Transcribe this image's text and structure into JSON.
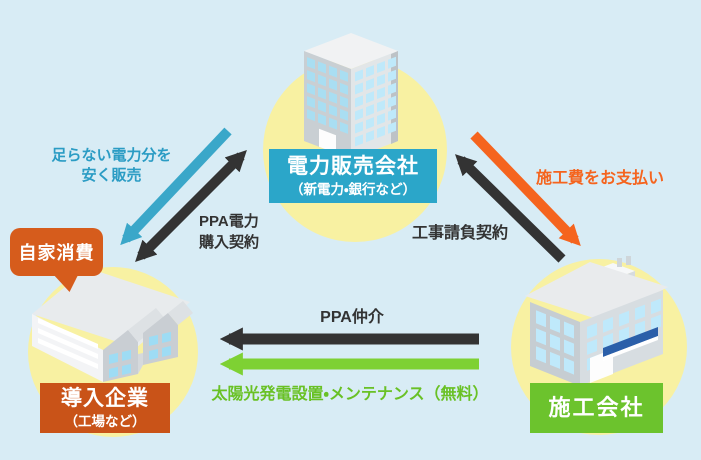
{
  "diagram": {
    "title_hidden": "",
    "nodes": {
      "power_company": {
        "name": "電力販売会社",
        "subname": "（新電力・銀行など）",
        "box_color": "#2ba6c9"
      },
      "adopter": {
        "name": "導入企業",
        "subname": "（工場など）",
        "box_color": "#c95318",
        "badge": "自家消費"
      },
      "builder": {
        "name": "施工会社",
        "box_color": "#6cc32d"
      }
    },
    "flows": {
      "sell_shortfall": {
        "line1": "足らない電力分を",
        "line2": "安く販売",
        "from": "power_company",
        "to": "adopter",
        "color": "#3aa7c9"
      },
      "ppa_purchase": {
        "line1": "PPA電力",
        "line2": "購入契約",
        "between": "adopter-power_company",
        "color": "#333333"
      },
      "pay_construction": {
        "label": "施工費をお支払い",
        "from": "power_company",
        "to": "builder",
        "color": "#f5641e"
      },
      "construction_contract": {
        "label": "工事請負契約",
        "from": "builder",
        "to": "power_company",
        "color": "#333333"
      },
      "ppa_brokerage": {
        "label": "PPA仲介",
        "from": "builder",
        "to": "adopter",
        "color": "#333333"
      },
      "solar_install": {
        "label": "太陽光発電設置・メンテナンス（無料）",
        "from": "builder",
        "to": "adopter",
        "color": "#7ed133"
      }
    },
    "colors": {
      "background": "#d8ecf5",
      "highlight_circle": "#f8f1a2",
      "blue_text": "#2b9cc4",
      "green_text": "#69c125",
      "dark": "#333333"
    }
  }
}
